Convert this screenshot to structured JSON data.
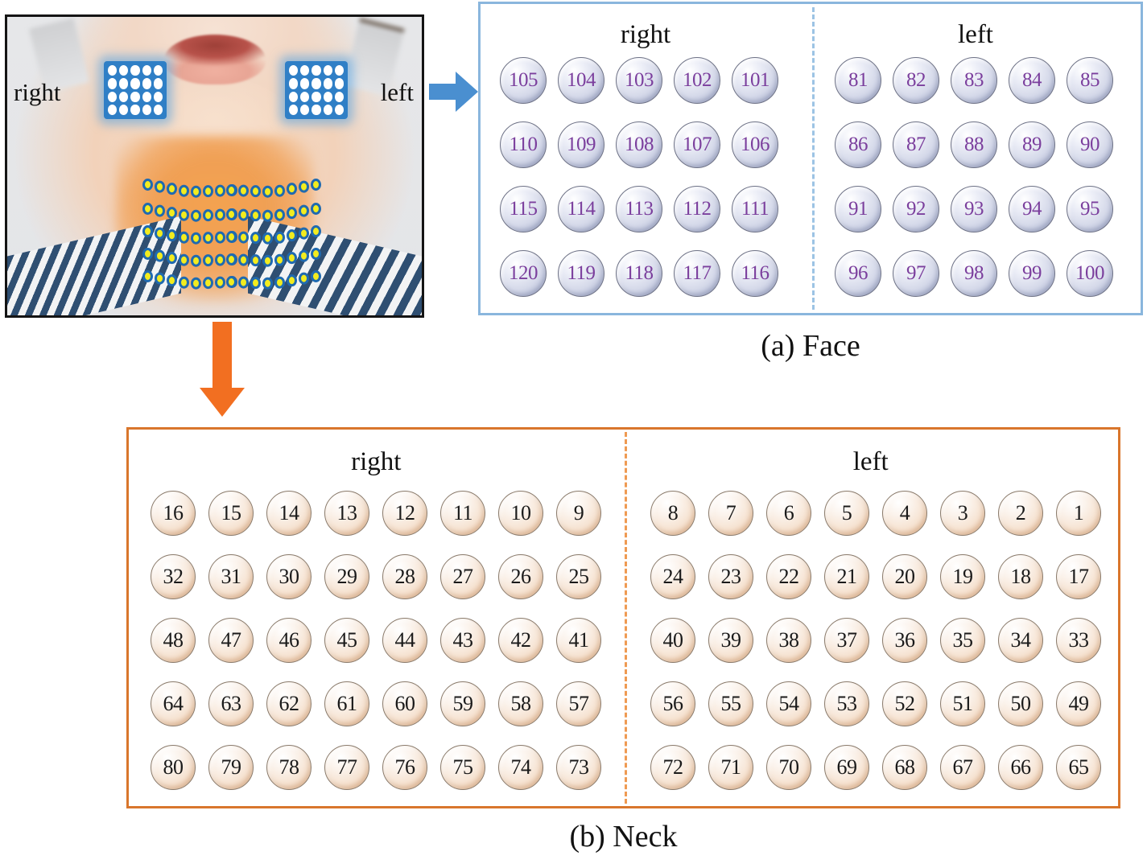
{
  "figure": {
    "photo": {
      "label_right": "right",
      "label_left": "left",
      "cheek_patch_rows": 4,
      "cheek_patch_cols": 5,
      "neck_dot_rows": 5,
      "neck_dots_per_side_per_row": 8,
      "colors": {
        "cheek_patch": "#2f7fc6",
        "cheek_dot": "#ffffff",
        "neck_dot_fill": "#f2ec1f",
        "neck_dot_ring": "#1f6ab0",
        "neck_highlight": "#f0a055"
      }
    },
    "arrows": {
      "to_face": {
        "name": "right-arrow",
        "color": "#4a8fd0",
        "direction": "right"
      },
      "to_neck": {
        "name": "down-arrow",
        "color": "#f26f21",
        "direction": "down"
      }
    },
    "face_panel": {
      "caption": "(a) Face",
      "border_color": "#8ab6dd",
      "divider_color": "#9cc3e4",
      "text_color": "#7b3f9d",
      "heading_right": "right",
      "heading_left": "left",
      "right": [
        [
          "105",
          "104",
          "103",
          "102",
          "101"
        ],
        [
          "110",
          "109",
          "108",
          "107",
          "106"
        ],
        [
          "115",
          "114",
          "113",
          "112",
          "111"
        ],
        [
          "120",
          "119",
          "118",
          "117",
          "116"
        ]
      ],
      "left": [
        [
          "81",
          "82",
          "83",
          "84",
          "85"
        ],
        [
          "86",
          "87",
          "88",
          "89",
          "90"
        ],
        [
          "91",
          "92",
          "93",
          "94",
          "95"
        ],
        [
          "96",
          "97",
          "98",
          "99",
          "100"
        ]
      ]
    },
    "neck_panel": {
      "caption": "(b) Neck",
      "border_color": "#d9762c",
      "divider_color": "#ef9a52",
      "text_color": "#1a1a1a",
      "heading_right": "right",
      "heading_left": "left",
      "right": [
        [
          "16",
          "15",
          "14",
          "13",
          "12",
          "11",
          "10",
          "9"
        ],
        [
          "32",
          "31",
          "30",
          "29",
          "28",
          "27",
          "26",
          "25"
        ],
        [
          "48",
          "47",
          "46",
          "45",
          "44",
          "43",
          "42",
          "41"
        ],
        [
          "64",
          "63",
          "62",
          "61",
          "60",
          "59",
          "58",
          "57"
        ],
        [
          "80",
          "79",
          "78",
          "77",
          "76",
          "75",
          "74",
          "73"
        ]
      ],
      "left": [
        [
          "8",
          "7",
          "6",
          "5",
          "4",
          "3",
          "2",
          "1"
        ],
        [
          "24",
          "23",
          "22",
          "21",
          "20",
          "19",
          "18",
          "17"
        ],
        [
          "40",
          "39",
          "38",
          "37",
          "36",
          "35",
          "34",
          "33"
        ],
        [
          "56",
          "55",
          "54",
          "53",
          "52",
          "51",
          "50",
          "49"
        ],
        [
          "72",
          "71",
          "70",
          "69",
          "68",
          "67",
          "66",
          "65"
        ]
      ]
    }
  }
}
